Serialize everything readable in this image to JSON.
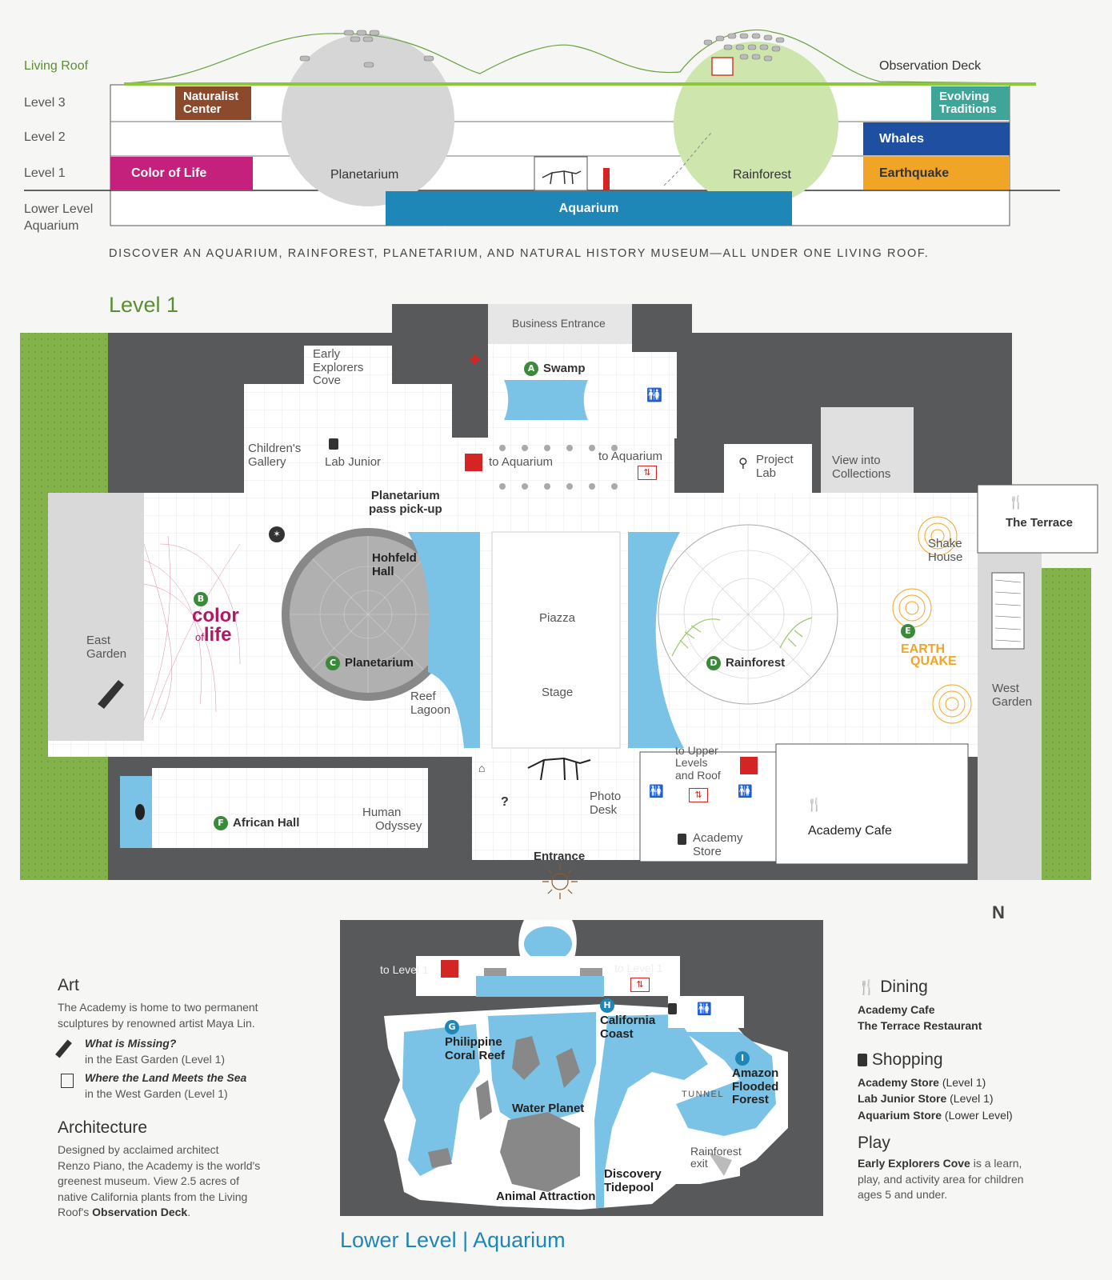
{
  "section_diagram": {
    "row_labels": {
      "living_roof": "Living Roof",
      "level3": "Level 3",
      "level2": "Level 2",
      "level1": "Level 1",
      "lower_level_line1": "Lower Level",
      "lower_level_line2": "Aquarium"
    },
    "exhibits": {
      "naturalist_center_line1": "Naturalist",
      "naturalist_center_line2": "Center",
      "color_of_life": "Color of Life",
      "planetarium": "Planetarium",
      "rainforest": "Rainforest",
      "aquarium": "Aquarium",
      "observation_deck": "Observation Deck",
      "evolving_traditions_line1": "Evolving",
      "evolving_traditions_line2": "Traditions",
      "whales": "Whales",
      "earthquake": "Earthquake"
    },
    "tagline": "DISCOVER AN AQUARIUM, RAINFOREST, PLANETARIUM, AND NATURAL HISTORY MUSEUM—ALL UNDER ONE LIVING ROOF.",
    "colors": {
      "color_of_life": "#c4217c",
      "naturalist_center": "#8b4a2b",
      "aquarium": "#1e87b8",
      "evolving_traditions": "#3fa598",
      "whales": "#1f4fa0",
      "earthquake": "#f1a527",
      "roof_green": "#8dc63f"
    }
  },
  "level1": {
    "title": "Level 1",
    "business_entrance": "Business Entrance",
    "early_explorers_cove": [
      "Early",
      "Explorers",
      "Cove"
    ],
    "swamp_badge": "A",
    "swamp": "Swamp",
    "childrens_gallery": [
      "Children's",
      "Gallery"
    ],
    "lab_junior": "Lab Junior",
    "to_aquarium_left": "to Aquarium",
    "to_aquarium_right": "to Aquarium",
    "project_lab": [
      "Project",
      "Lab"
    ],
    "view_into_collections": [
      "View into",
      "Collections"
    ],
    "the_terrace": "The Terrace",
    "planetarium_pickup": [
      "Planetarium",
      "pass pick-up"
    ],
    "hohfeld_hall": [
      "Hohfeld",
      "Hall"
    ],
    "color_life_badge": "B",
    "color_word": "color",
    "of_word": "of",
    "life_word": "life",
    "east_garden": [
      "East",
      "Garden"
    ],
    "planetarium_badge": "C",
    "planetarium": "Planetarium",
    "piazza": "Piazza",
    "stage": "Stage",
    "reef_lagoon": [
      "Reef",
      "Lagoon"
    ],
    "rainforest_badge": "D",
    "rainforest": "Rainforest",
    "shake_house": [
      "Shake",
      "House"
    ],
    "earthquake_badge": "E",
    "earthquake_logo": [
      "EARTH",
      "QUAKE"
    ],
    "west_garden": [
      "West",
      "Garden"
    ],
    "to_upper_levels": [
      "to Upper",
      "Levels",
      "and Roof"
    ],
    "photo_desk": [
      "Photo",
      "Desk"
    ],
    "african_hall_badge": "F",
    "african_hall": "African Hall",
    "human_odyssey": [
      "Human",
      "Odyssey"
    ],
    "academy_store": [
      "Academy",
      "Store"
    ],
    "academy_cafe": "Academy Cafe",
    "entrance": "Entrance",
    "north": "N"
  },
  "lower_level": {
    "title": "Lower Level | Aquarium",
    "to_level1_left": "to Level 1",
    "to_level1_right": "to Level 1",
    "g_badge": "G",
    "philippine": [
      "Philippine",
      "Coral Reef"
    ],
    "h_badge": "H",
    "california": [
      "California",
      "Coast"
    ],
    "i_badge": "I",
    "amazon": [
      "Amazon",
      "Flooded",
      "Forest"
    ],
    "tunnel": "TUNNEL",
    "water_planet": "Water Planet",
    "rainforest_exit": [
      "Rainforest",
      "exit"
    ],
    "discovery": [
      "Discovery",
      "Tidepool"
    ],
    "animal_attraction": "Animal Attraction"
  },
  "legend": {
    "art_title": "Art",
    "art_text": [
      "The Academy is home to two permanent",
      "sculptures by renowned artist Maya Lin."
    ],
    "what_missing_title": "What is Missing?",
    "what_missing_loc": "in the East Garden (Level 1)",
    "land_sea_title": "Where the Land Meets the Sea",
    "land_sea_loc": "in the West Garden (Level 1)",
    "arch_title": "Architecture",
    "arch_text": [
      "Designed by acclaimed architect",
      "Renzo Piano, the Academy is the world's",
      "greenest museum. View 2.5 acres of",
      "native California plants from the Living"
    ],
    "arch_text_last_pre": "Roof's ",
    "arch_text_last_bold": "Observation Deck",
    "arch_text_last_post": ".",
    "dining_title": "Dining",
    "dining_items": [
      "Academy Cafe",
      "The Terrace Restaurant"
    ],
    "shopping_title": "Shopping",
    "shopping_items": [
      {
        "name": "Academy Store",
        "loc": " (Level 1)"
      },
      {
        "name": "Lab Junior Store",
        "loc": " (Level 1)"
      },
      {
        "name": "Aquarium Store",
        "loc": " (Lower Level)"
      }
    ],
    "play_title": "Play",
    "play_bold": "Early Explorers Cove",
    "play_text": [
      " is a learn,",
      "play, and activity area for children",
      "ages 5 and under."
    ]
  }
}
